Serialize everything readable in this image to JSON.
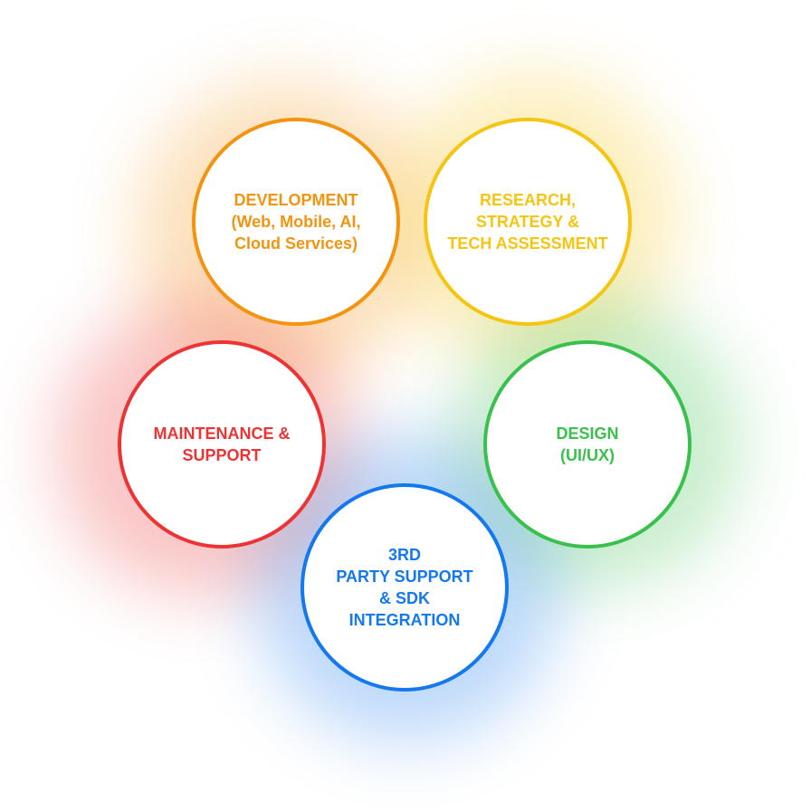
{
  "diagram": {
    "nodes": [
      {
        "id": "development",
        "lines": [
          "DEVELOPMENT",
          "(Web, Mobile, AI,",
          "Cloud Services)"
        ],
        "color": "#F39411"
      },
      {
        "id": "research",
        "lines": [
          "RESEARCH,",
          "STRATEGY &",
          "TECH ASSESSMENT"
        ],
        "color": "#F5C512"
      },
      {
        "id": "maintenance",
        "lines": [
          "MAINTENANCE &",
          "SUPPORT"
        ],
        "color": "#EC3434"
      },
      {
        "id": "design",
        "lines": [
          "DESIGN",
          "(UI/UX)"
        ],
        "color": "#3AC04C"
      },
      {
        "id": "third-party",
        "lines": [
          "3RD",
          "PARTY SUPPORT",
          "& SDK",
          "INTEGRATION"
        ],
        "color": "#1478EF"
      }
    ]
  }
}
